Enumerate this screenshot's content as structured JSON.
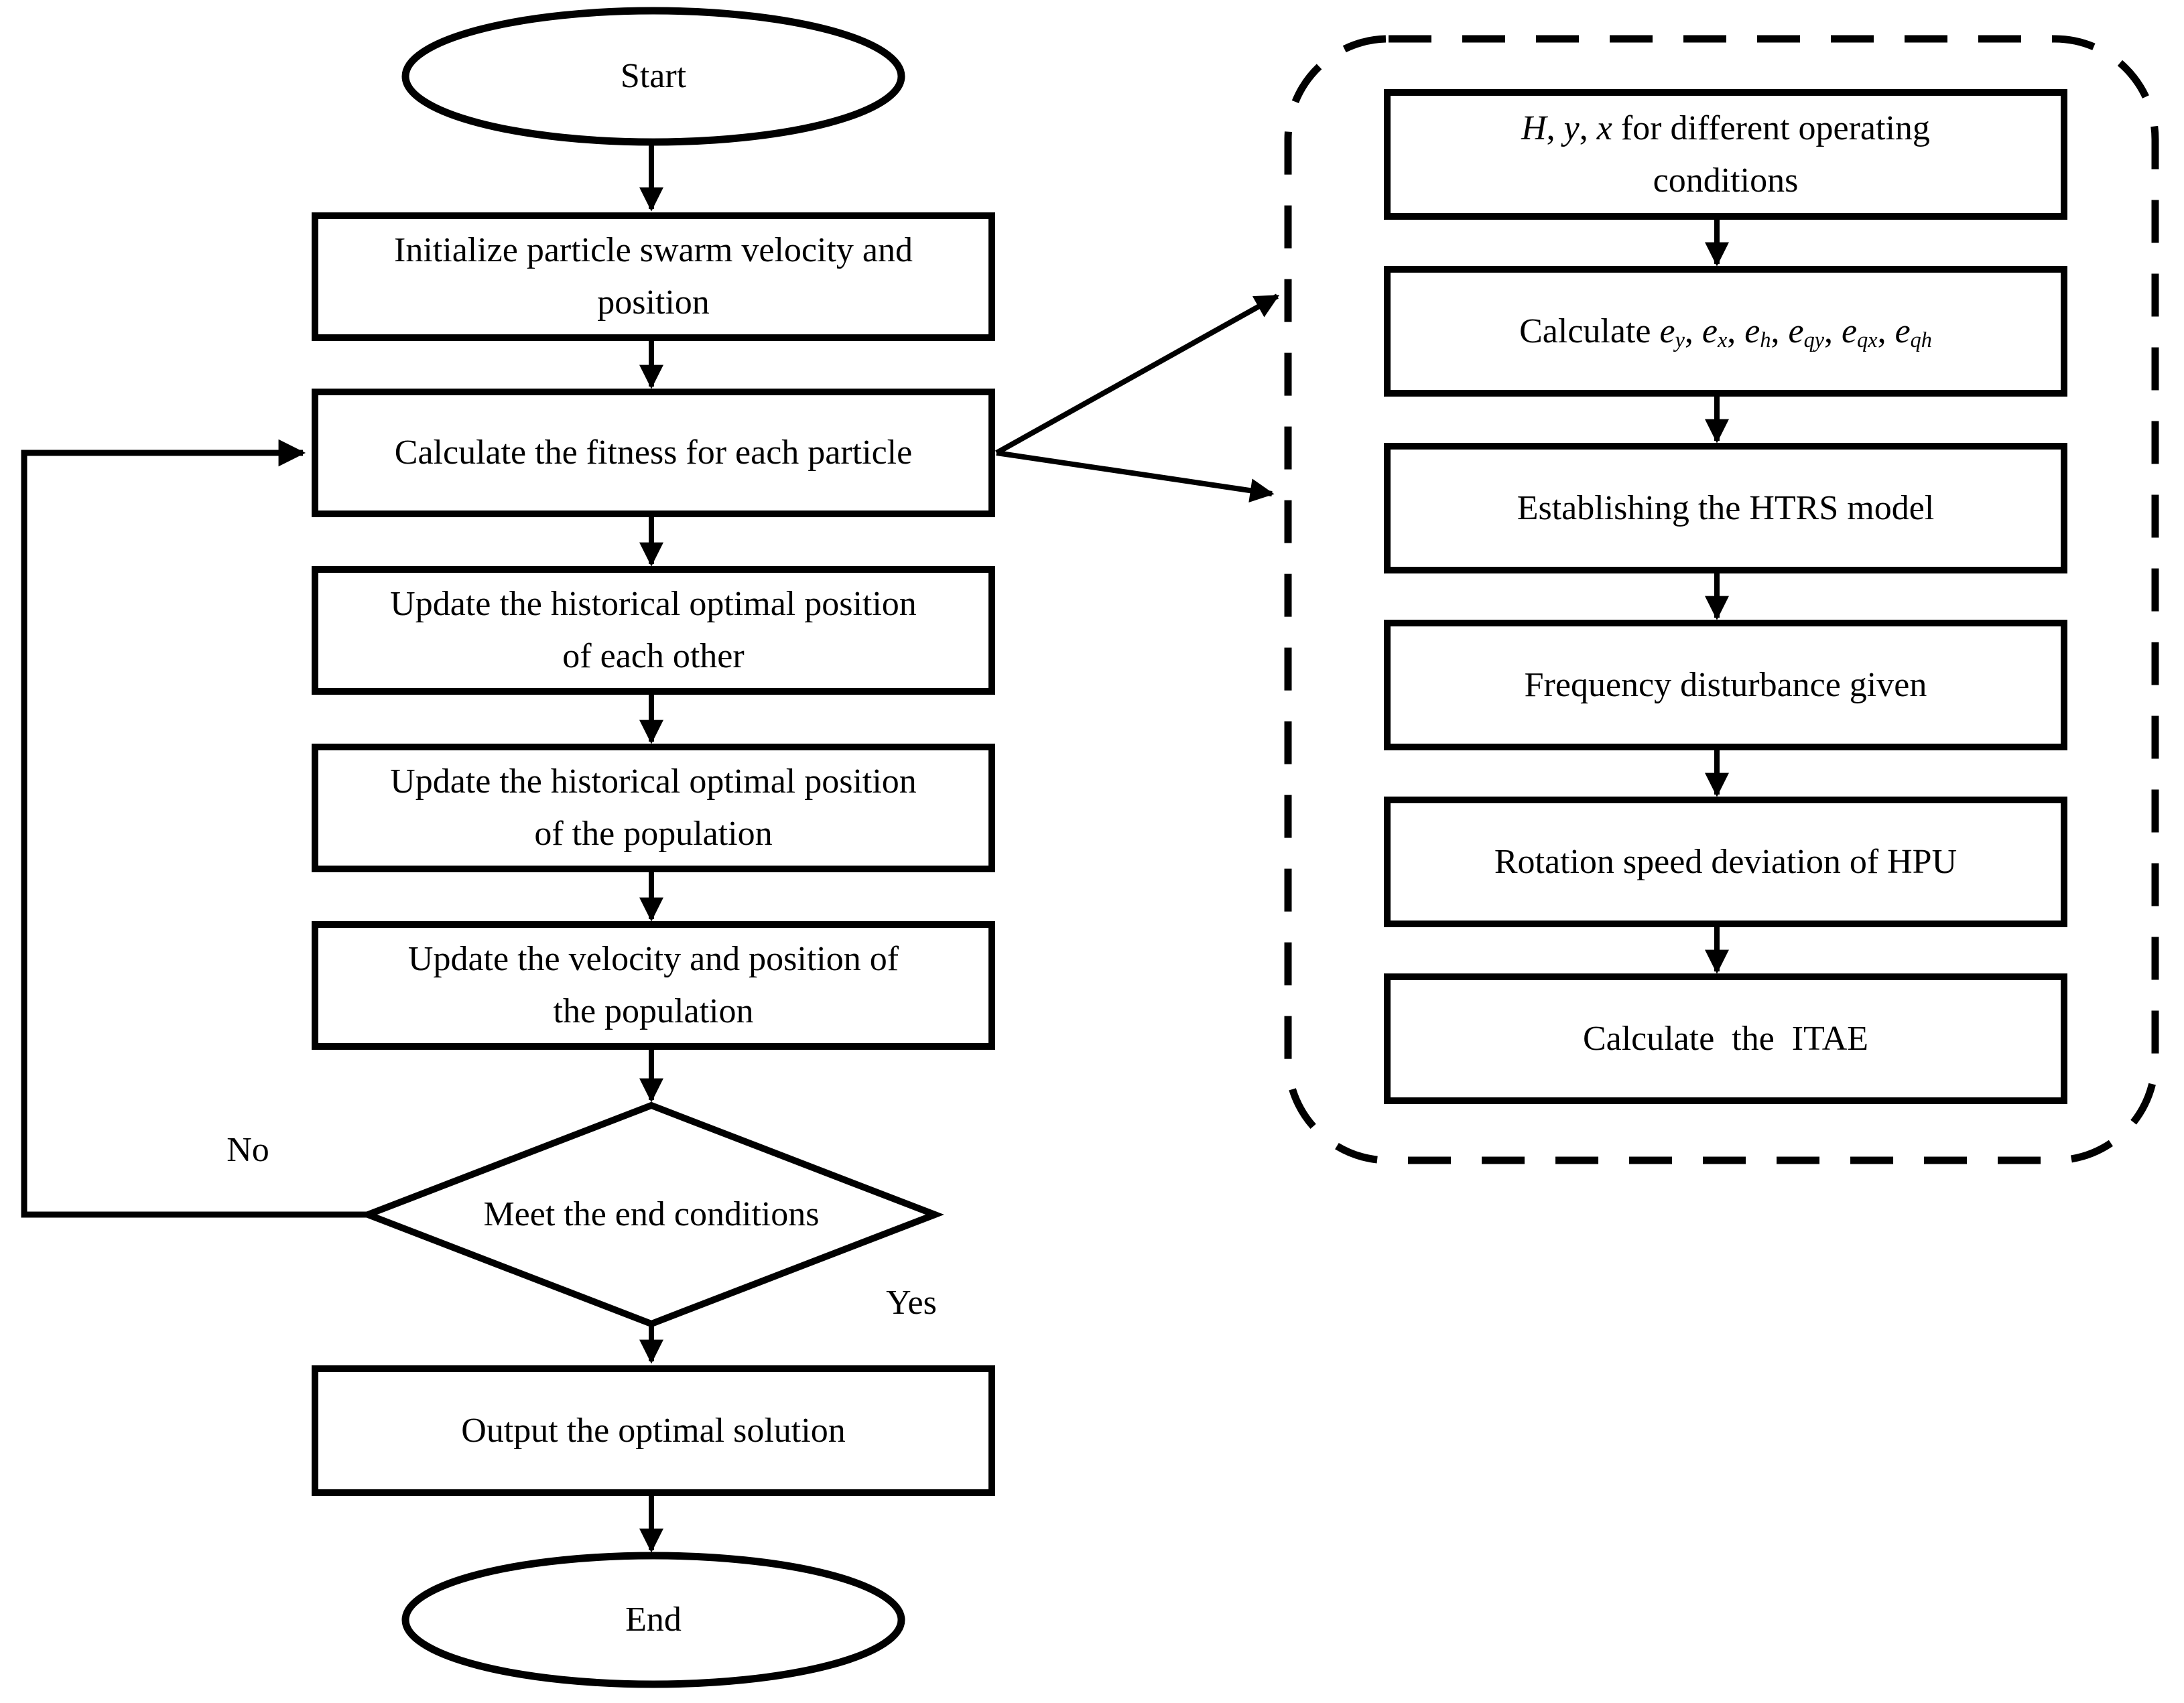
{
  "colors": {
    "ink": "#000000",
    "paper": "#ffffff"
  },
  "left_flow": {
    "start_label": "Start",
    "process_boxes": [
      {
        "lines": [
          "Initialize particle swarm velocity and",
          "position"
        ]
      },
      {
        "lines": [
          "Calculate the fitness for each particle"
        ]
      },
      {
        "lines": [
          "Update the historical optimal position",
          "of each other"
        ]
      },
      {
        "lines": [
          "Update the historical optimal position",
          "of the population"
        ]
      },
      {
        "lines": [
          "Update the velocity and position of",
          "the population"
        ]
      }
    ],
    "decision_label": "Meet the end conditions",
    "no_label": "No",
    "yes_label": "Yes",
    "output_label": "Output the optimal solution",
    "end_label": "End"
  },
  "right_panel": {
    "box1_line1_parts": [
      {
        "t": "H",
        "i": true
      },
      {
        "t": ", "
      },
      {
        "t": "y",
        "i": true
      },
      {
        "t": ", "
      },
      {
        "t": "x",
        "i": true
      },
      {
        "t": " for different operating"
      }
    ],
    "box1_line2": "conditions",
    "box2_parts": [
      {
        "t": "Calculate "
      },
      {
        "t": "e",
        "i": true
      },
      {
        "t": "y",
        "i": true,
        "sub": true
      },
      {
        "t": ", "
      },
      {
        "t": "e",
        "i": true
      },
      {
        "t": "x",
        "i": true,
        "sub": true
      },
      {
        "t": ", "
      },
      {
        "t": "e",
        "i": true
      },
      {
        "t": "h",
        "i": true,
        "sub": true
      },
      {
        "t": ", "
      },
      {
        "t": "e",
        "i": true
      },
      {
        "t": "qy",
        "i": true,
        "sub": true
      },
      {
        "t": ", "
      },
      {
        "t": "e",
        "i": true
      },
      {
        "t": "qx",
        "i": true,
        "sub": true
      },
      {
        "t": ", "
      },
      {
        "t": "e",
        "i": true
      },
      {
        "t": "qh",
        "i": true,
        "sub": true
      }
    ],
    "box3_label": "Establishing the HTRS model",
    "box4_label": "Frequency disturbance given",
    "box5_label": "Rotation speed deviation of HPU",
    "box6_label": "Calculate  the  ITAE"
  }
}
